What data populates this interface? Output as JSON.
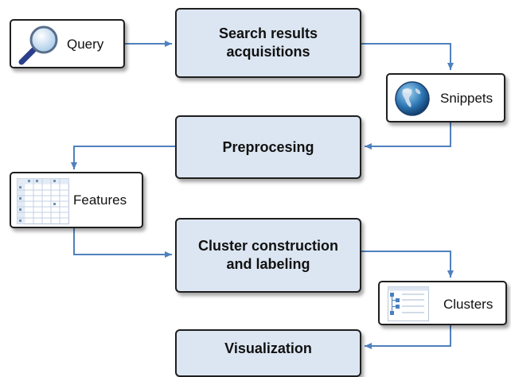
{
  "nodes": {
    "query": {
      "label": "Query",
      "icon": "magnifier-icon"
    },
    "search": {
      "label_line1": "Search results",
      "label_line2": "acquisitions"
    },
    "snippets": {
      "label": "Snippets",
      "icon": "globe-icon"
    },
    "preprocessing": {
      "label": "Preprocesing"
    },
    "features": {
      "label": "Features",
      "icon": "feature-table-icon"
    },
    "cluster": {
      "label_line1": "Cluster construction",
      "label_line2": "and labeling"
    },
    "clusters": {
      "label": "Clusters",
      "icon": "cluster-tree-icon"
    },
    "visualization": {
      "label": "Visualization"
    }
  },
  "colors": {
    "process_fill": "#dce6f2",
    "border": "#1f1f1f",
    "arrow": "#4f81bd"
  }
}
